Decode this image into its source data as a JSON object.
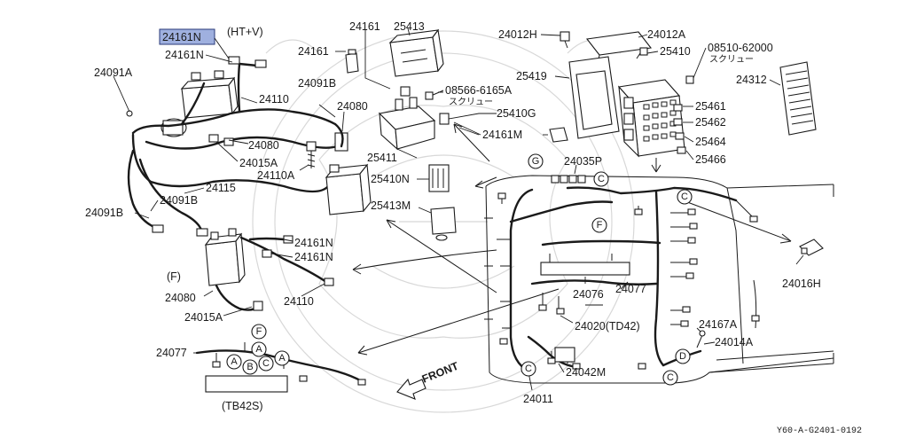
{
  "diagram": {
    "highlighted_part": "24161N",
    "highlight_color": "#9fb0df",
    "reference_code": "Y60-A-G2401-0192",
    "front_label": "FRONT",
    "labels": [
      {
        "id": "l-24161n-hl",
        "text": "24161N"
      },
      {
        "id": "l-htv",
        "text": "(HT+V)"
      },
      {
        "id": "l-24161n-a",
        "text": "24161N"
      },
      {
        "id": "l-24091a",
        "text": "24091A"
      },
      {
        "id": "l-24110-a",
        "text": "24110"
      },
      {
        "id": "l-24080-a",
        "text": "24080"
      },
      {
        "id": "l-24015a-a",
        "text": "24015A"
      },
      {
        "id": "l-24115",
        "text": "24115"
      },
      {
        "id": "l-24091b-a",
        "text": "24091B"
      },
      {
        "id": "l-24091b-b",
        "text": "24091B"
      },
      {
        "id": "l-24091b-c",
        "text": "24091B"
      },
      {
        "id": "l-24110a",
        "text": "24110A"
      },
      {
        "id": "l-24080-b",
        "text": "24080"
      },
      {
        "id": "l-24161-a",
        "text": "24161"
      },
      {
        "id": "l-24161-b",
        "text": "24161"
      },
      {
        "id": "l-25413",
        "text": "25413"
      },
      {
        "id": "l-08566",
        "text": "08566-6165A"
      },
      {
        "id": "l-screw-a",
        "text": "スクリュー"
      },
      {
        "id": "l-25410g",
        "text": "25410G"
      },
      {
        "id": "l-24161m",
        "text": "24161M"
      },
      {
        "id": "l-25411",
        "text": "25411"
      },
      {
        "id": "l-25410n",
        "text": "25410N"
      },
      {
        "id": "l-25413m",
        "text": "25413M"
      },
      {
        "id": "l-24012h",
        "text": "24012H"
      },
      {
        "id": "l-24012a",
        "text": "24012A"
      },
      {
        "id": "l-25410",
        "text": "25410"
      },
      {
        "id": "l-08510",
        "text": "08510-62000"
      },
      {
        "id": "l-screw-b",
        "text": "スクリュー"
      },
      {
        "id": "l-25419",
        "text": "25419"
      },
      {
        "id": "l-24312",
        "text": "24312"
      },
      {
        "id": "l-25461",
        "text": "25461"
      },
      {
        "id": "l-25462",
        "text": "25462"
      },
      {
        "id": "l-25464",
        "text": "25464"
      },
      {
        "id": "l-25466",
        "text": "25466"
      },
      {
        "id": "l-24035p",
        "text": "24035P"
      },
      {
        "id": "l-24161n-b",
        "text": "24161N"
      },
      {
        "id": "l-24161n-c",
        "text": "24161N"
      },
      {
        "id": "l-f",
        "text": "(F)"
      },
      {
        "id": "l-24080-c",
        "text": "24080"
      },
      {
        "id": "l-24015a-b",
        "text": "24015A"
      },
      {
        "id": "l-24110-b",
        "text": "24110"
      },
      {
        "id": "l-24076",
        "text": "24076"
      },
      {
        "id": "l-24077-a",
        "text": "24077"
      },
      {
        "id": "l-24020",
        "text": "24020(TD42)"
      },
      {
        "id": "l-24016h",
        "text": "24016H"
      },
      {
        "id": "l-24167a",
        "text": "24167A"
      },
      {
        "id": "l-24014a",
        "text": "24014A"
      },
      {
        "id": "l-24077-b",
        "text": "24077"
      },
      {
        "id": "l-24042m",
        "text": "24042M"
      },
      {
        "id": "l-24011",
        "text": "24011"
      },
      {
        "id": "l-tb42s",
        "text": "(TB42S)"
      }
    ],
    "connector_markers": [
      {
        "id": "m-g",
        "text": "G"
      },
      {
        "id": "m-c1",
        "text": "C"
      },
      {
        "id": "m-c2",
        "text": "C"
      },
      {
        "id": "m-f1",
        "text": "F"
      },
      {
        "id": "m-c3",
        "text": "C"
      },
      {
        "id": "m-d",
        "text": "D"
      },
      {
        "id": "m-c4",
        "text": "C"
      },
      {
        "id": "m-f2",
        "text": "F"
      },
      {
        "id": "m-a1",
        "text": "A"
      },
      {
        "id": "m-a2",
        "text": "A"
      },
      {
        "id": "m-b",
        "text": "B"
      },
      {
        "id": "m-c5",
        "text": "C"
      },
      {
        "id": "m-a3",
        "text": "A"
      }
    ]
  }
}
